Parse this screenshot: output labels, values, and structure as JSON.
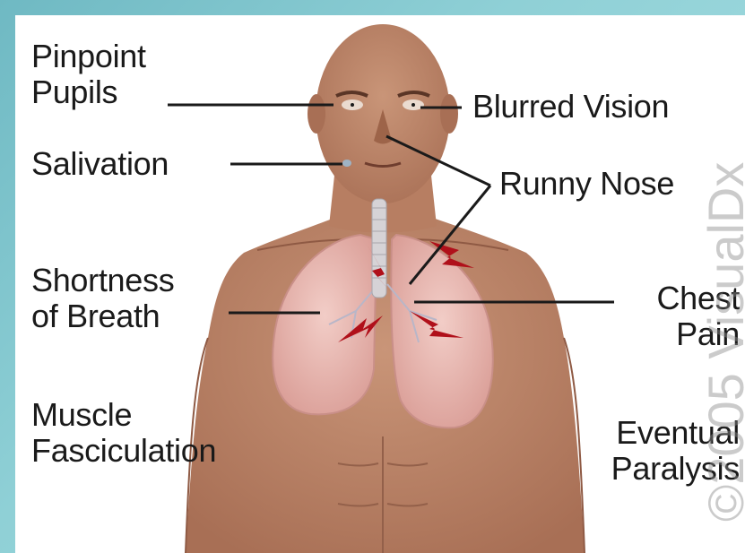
{
  "labels": {
    "pinpoint_pupils": [
      "Pinpoint",
      "Pupils"
    ],
    "salivation": "Salivation",
    "shortness_of_breath": [
      "Shortness",
      "of Breath"
    ],
    "muscle_fasciculation": [
      "Muscle",
      "Fasciculation"
    ],
    "blurred_vision": "Blurred Vision",
    "runny_nose": "Runny Nose",
    "chest_pain": [
      "Chest",
      "Pain"
    ],
    "eventual_paralysis": [
      "Eventual",
      "Paralysis"
    ]
  },
  "watermark": "©2005 VisualDx",
  "colors": {
    "background": "#8fd0d6",
    "skin": "#c08a6e",
    "lung": "#e9b9b3",
    "bolt": "#b0101a",
    "leader": "#1a1a1a"
  }
}
